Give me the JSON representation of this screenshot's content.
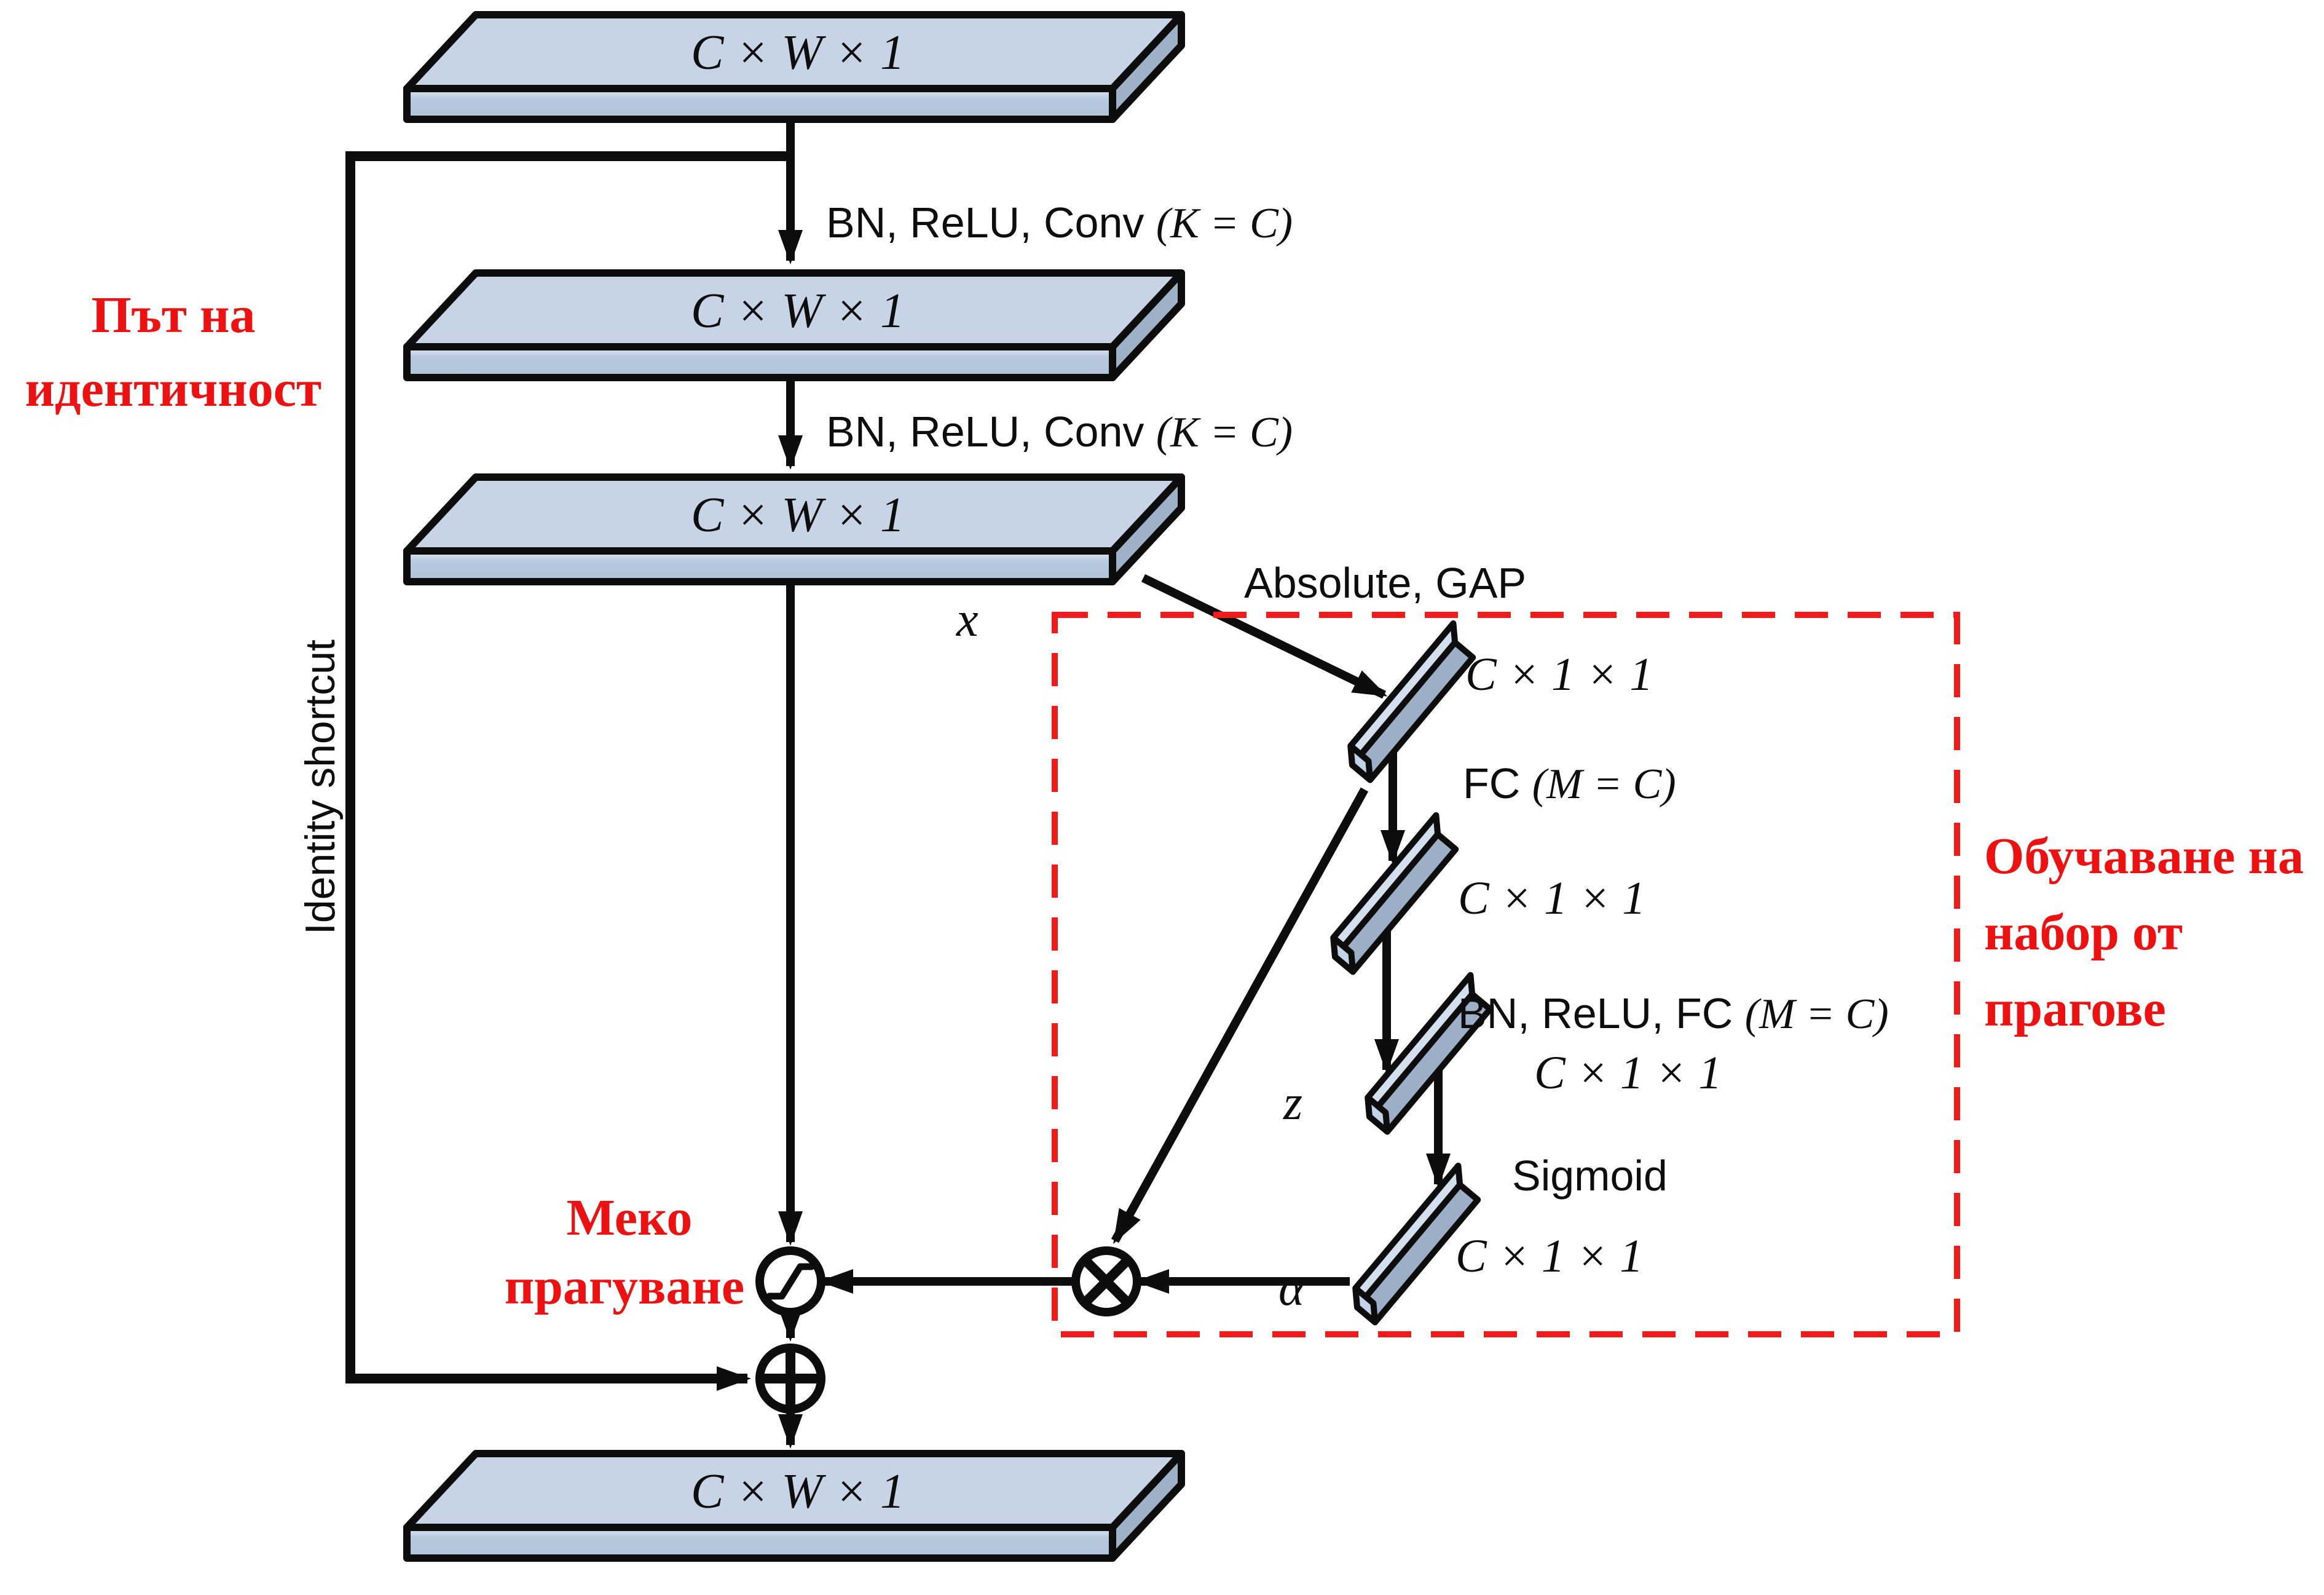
{
  "figure": {
    "slabs": [
      "C × W × 1",
      "C × W × 1",
      "C × W × 1",
      "C × W × 1"
    ],
    "vectors": [
      "C × 1 × 1",
      "C × 1 × 1",
      "C × 1 × 1",
      "C × 1 × 1"
    ],
    "edges": {
      "conv1": {
        "prefix": "BN, ReLU, Conv ",
        "math": "(K = C)"
      },
      "conv2": {
        "prefix": "BN, ReLU, Conv ",
        "math": "(K = C)"
      },
      "abs_gap": "Absolute, GAP",
      "fc1": {
        "prefix": "FC ",
        "math": "(M = C)"
      },
      "fc2": {
        "prefix": "BN, ReLU, FC ",
        "math": "(M = C)"
      },
      "sigmoid": "Sigmoid"
    },
    "vars": {
      "x": "x",
      "z": "z",
      "alpha": "α"
    },
    "operators": {
      "multiply": "⊗",
      "add": "⊕",
      "soft_threshold": "soft-threshold-curve"
    },
    "annotations": {
      "identity_path": {
        "lines": [
          "Път на",
          "идентичност"
        ]
      },
      "identity_shortcut": "Identity shortcut",
      "soft_thresholding": {
        "lines": [
          "Меко",
          "прагуване"
        ]
      },
      "threshold_learning": {
        "lines": [
          "Обучаване на",
          "набор от",
          "прагове"
        ]
      }
    },
    "colors": {
      "slab_top": "#c7d4e6",
      "slab_front": "#b8c8dd",
      "slab_side": "#9fb1c7",
      "bar_strip": "#d4dfee",
      "bar_face": "#9cafc6",
      "bar_cap": "#c2d3e8",
      "annotation_red": "#ee1111",
      "dashed_box_red": "#f51a1a",
      "line_black": "#0d0d0d"
    }
  }
}
